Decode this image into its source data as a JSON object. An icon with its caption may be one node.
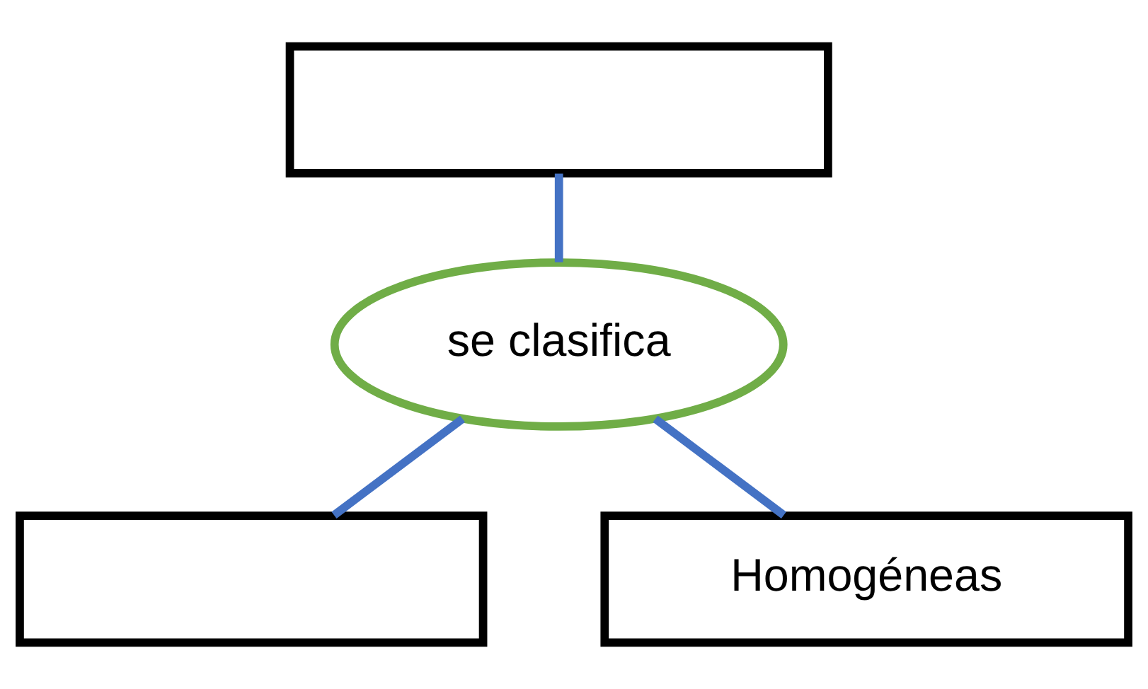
{
  "diagram": {
    "nodes": [
      {
        "text": [],
        "shape": "box"
      },
      {
        "text": [
          "se clasifica"
        ]
      },
      {
        "text": [],
        "shape": "box"
      },
      {
        "text": [
          "Homogéneas"
        ]
      }
    ],
    "edges": [
      {
        "from": 0,
        "to": 1,
        "arrow": "none"
      },
      {
        "from": 1,
        "to": 2,
        "arrow": "none"
      },
      {
        "from": 1,
        "to": 3,
        "arrow": "none"
      }
    ]
  }
}
